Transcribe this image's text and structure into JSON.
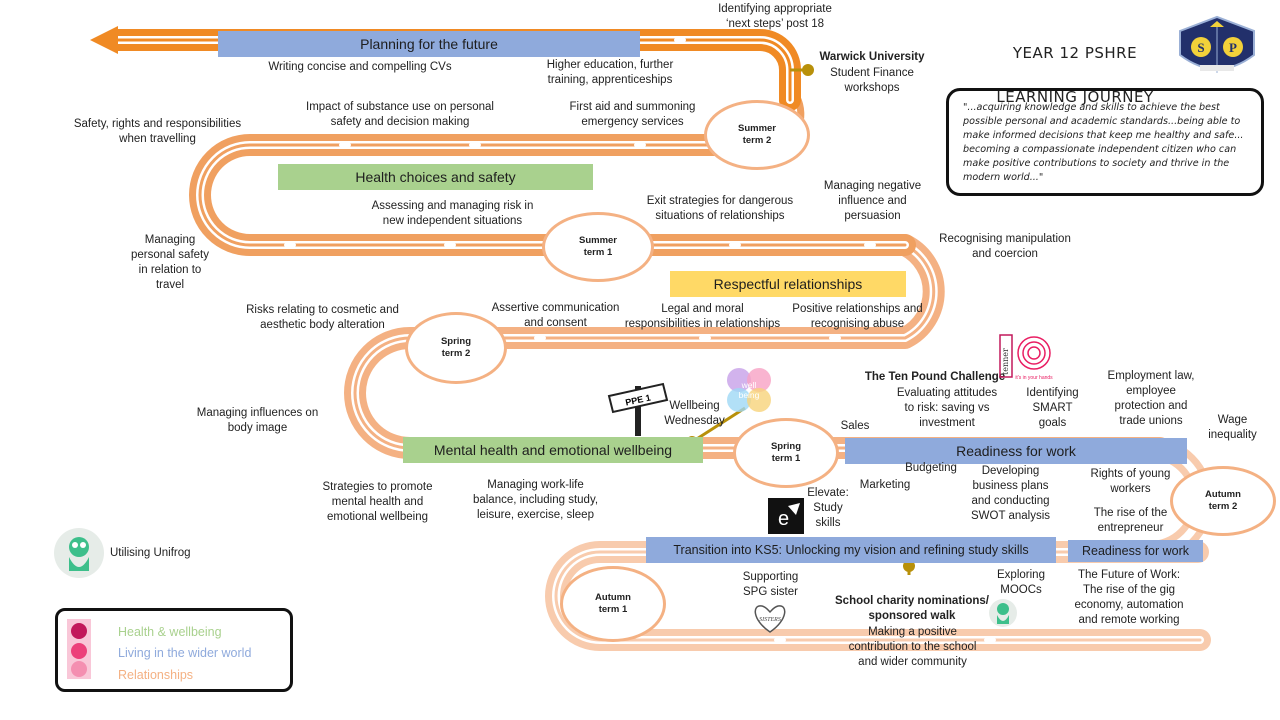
{
  "title": {
    "line1": "YEAR 12 PSHRE",
    "line2": "LEARNING JOURNEY"
  },
  "quote": "\"...acquiring knowledge and skills to achieve the best possible personal and academic standards...being able to make informed decisions that keep me healthy and safe... becoming a compassionate independent citizen who can make positive contributions to society and thrive in the modern world...\"",
  "logo_letters": {
    "left": "S",
    "right": "P"
  },
  "colors": {
    "road_orange": "#f08a24",
    "road_light": "#f4b183",
    "road_pale": "#f8cbad",
    "blue": "#8faadc",
    "green": "#a9d18e",
    "yellow": "#ffd966",
    "legend_health": "#a9d18e",
    "legend_wider": "#8faadc",
    "legend_relationships": "#f4b183"
  },
  "terms": {
    "autumn1": "Autumn\nterm 1",
    "autumn2": "Autumn\nterm 2",
    "spring1": "Spring\nterm 1",
    "spring2": "Spring\nterm 2",
    "summer1": "Summer\nterm 1",
    "summer2": "Summer\nterm 2"
  },
  "banners": {
    "planning": "Planning for the future",
    "health": "Health choices and safety",
    "respectful": "Respectful relationships",
    "mental": "Mental health and emotional wellbeing",
    "readiness1": "Readiness for work",
    "transition": "Transition into KS5: Unlocking my vision and refining study skills",
    "readiness2": "Readiness for work"
  },
  "labels": {
    "next_steps": "Identifying appropriate\n‘next steps’ post 18",
    "cvs": "Writing concise and compelling CVs",
    "higher_ed": "Higher education, further\ntraining, apprenticeships",
    "warwick_title": "Warwick University",
    "warwick_body": "Student Finance\nworkshops",
    "substance": "Impact of substance use on personal\nsafety and decision making",
    "first_aid": "First aid and summoning\nemergency  services",
    "travel_safety": "Safety, rights and responsibilities\nwhen travelling",
    "managing_risk": "Assessing and managing risk in\nnew independent  situations",
    "exit_strategies": "Exit strategies for dangerous\nsituations of relationships",
    "negative_influence": "Managing negative\ninfluence and\npersuasion",
    "manipulation": "Recognising manipulation\nand coercion",
    "personal_safety": "Managing\npersonal safety\nin relation to\ntravel",
    "cosmetic": "Risks relating to cosmetic and\naesthetic body alteration",
    "assertive": "Assertive communication\nand consent",
    "legal_moral": "Legal and moral\nresponsibilities in relationships",
    "positive_rel": "Positive relationships and\nrecognising abuse",
    "ten_pound_title": "The Ten Pound Challenge",
    "attitudes_risk": "Evaluating attitudes\nto risk: saving vs\ninvestment",
    "smart": "Identifying\nSMART\ngoals",
    "employment_law": "Employment  law,\nemployee\nprotection and\ntrade unions",
    "wage": "Wage\ninequality",
    "body_image": "Managing influences on\nbody image",
    "ppe": "PPE 1",
    "wellbeing_wed": "Wellbeing\nWednesday",
    "wellbeing_logo": "well\nbeing",
    "sales": "Sales",
    "budgeting": "Budgeting",
    "marketing": "Marketing",
    "business_plans": "Developing\nbusiness plans\nand conducting\nSWOT analysis",
    "rights_young": "Rights of young\nworkers",
    "entrepreneur": "The rise of the\nentrepreneur",
    "strategies": "Strategies to promote\nmental health and\nemotional wellbeing",
    "work_life": "Managing work-life\nbalance, including study,\nleisure, exercise, sleep",
    "elevate": "Elevate:\nStudy\nskills",
    "unifrog": "Utilising Unifrog",
    "spg_sister": "Supporting\nSPG sister",
    "sisters_logo": "SISTERS",
    "charity_title": "School charity nominations/\nsponsored walk",
    "charity_body": "Making a positive\ncontribution to the school\nand wider community",
    "moocs": "Exploring\nMOOCs",
    "future_work": "The Future of Work:\nThe rise of the gig\neconomy, automation\nand remote working",
    "tenner_text": "tenner",
    "tenner_tag": "it's in your hands"
  },
  "legend": {
    "health": "Health & wellbeing",
    "wider": "Living in the wider world",
    "relationships": "Relationships"
  }
}
